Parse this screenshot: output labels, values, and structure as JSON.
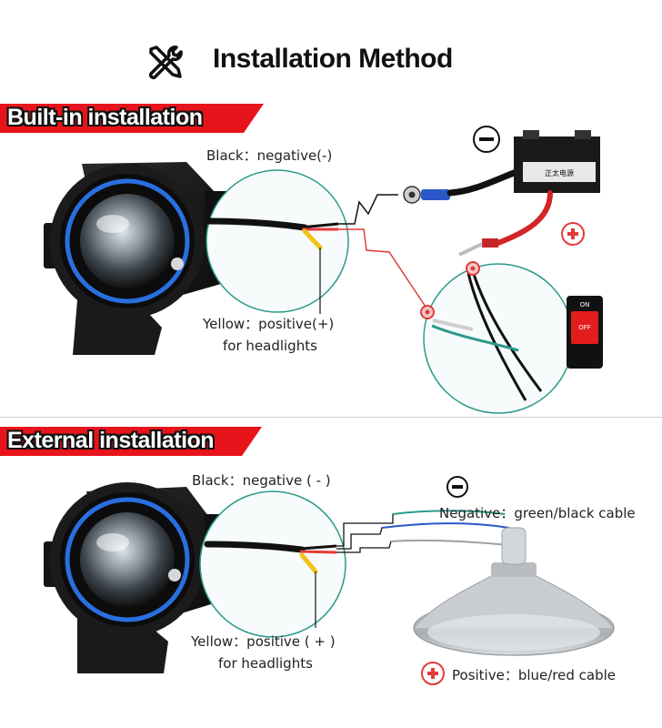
{
  "header": {
    "title": "Installation Method",
    "icon": "tools-icon"
  },
  "sections": {
    "builtin": {
      "banner": "Built-in installation",
      "black_label": "Black：negative(-)",
      "yellow_label_1": "Yellow：positive(+)",
      "yellow_label_2": "for headlights",
      "battery_text": "正太电源",
      "switch_on": "ON",
      "switch_off": "OFF"
    },
    "external": {
      "banner": "External installation",
      "black_label": "Black：negative ( - )",
      "yellow_label_1": "Yellow：positive ( + )",
      "yellow_label_2": "for headlights",
      "negative_label": "Negative：green/black cable",
      "positive_label": "Positive：blue/red cable"
    }
  },
  "colors": {
    "banner_red": "#e8141b",
    "wire_red": "#e33b3b",
    "teal": "#2b9a8a",
    "black": "#111111"
  }
}
